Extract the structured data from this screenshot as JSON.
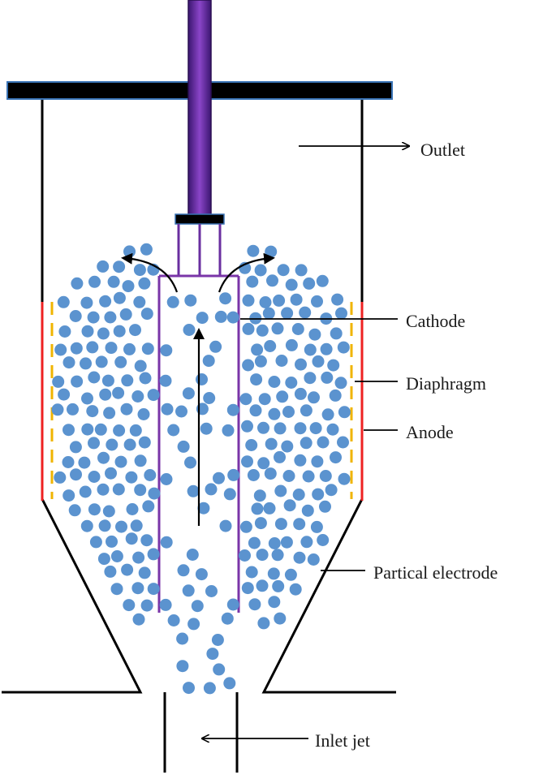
{
  "labels": {
    "outlet": "Outlet",
    "cathode": "Cathode",
    "diaphragm": "Diaphragm",
    "anode": "Anode",
    "particle_electrode": "Partical electrode",
    "inlet_jet": "Inlet jet"
  },
  "colors": {
    "particle": "#5b93cf",
    "cathode": "#7a35a8",
    "rod": "#6a2fa0",
    "anode": "#ee2222",
    "diaphragm": "#f0b400",
    "wall": "#000000"
  }
}
